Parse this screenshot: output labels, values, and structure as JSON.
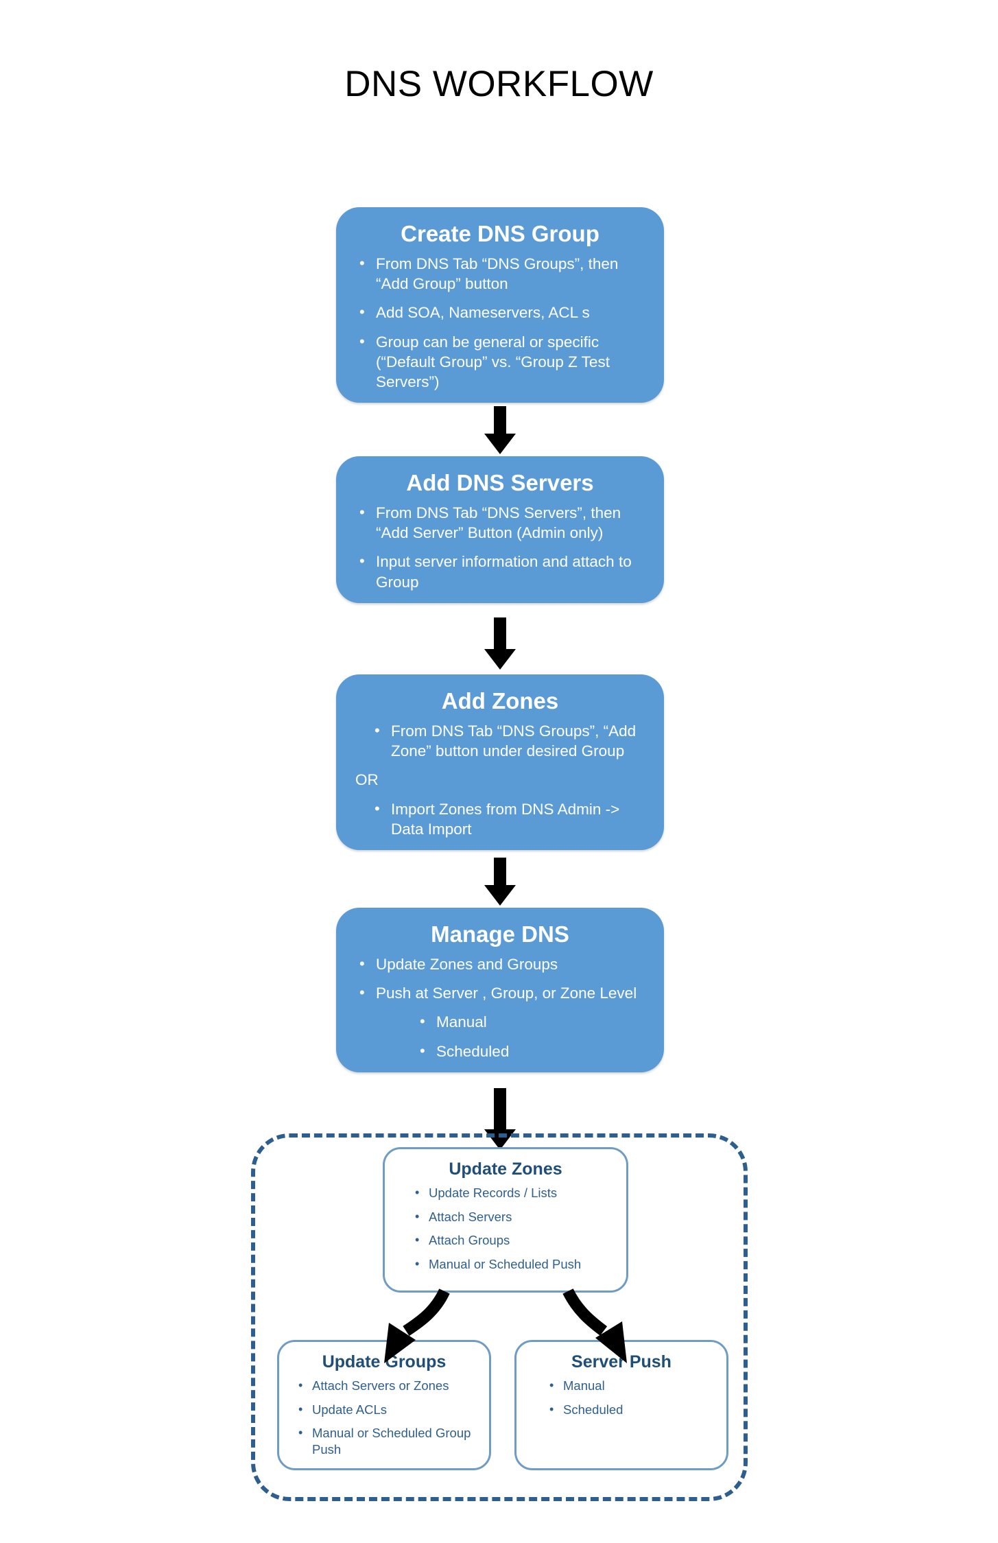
{
  "title": "DNS WORKFLOW",
  "colors": {
    "step_fill": "#5B9BD5",
    "step_text": "#FFFFFF",
    "dashed_border": "#2E5E8E",
    "sub_border": "#6E9CC4",
    "sub_title_text": "#1F4E79",
    "sub_body_text": "#2E5F8E",
    "arrow": "#000000",
    "background": "#FFFFFF"
  },
  "bullet_glyph": "•",
  "steps": [
    {
      "title": "Create DNS Group",
      "bullets": [
        "From DNS Tab “DNS Groups”, then “Add Group” button",
        "Add SOA, Nameservers, ACL s",
        "Group can be general or specific (“Default Group” vs. “Group Z Test Servers”)"
      ]
    },
    {
      "title": "Add DNS Servers",
      "bullets": [
        "From DNS Tab “DNS Servers”, then “Add Server” Button (Admin only)",
        "Input server information and attach to Group"
      ]
    },
    {
      "title": "Add  Zones",
      "bullets": [
        "From DNS Tab “DNS Groups”, “Add Zone” button under desired Group"
      ],
      "divider_text": "OR",
      "bullets2": [
        "Import Zones from DNS Admin -> Data Import"
      ]
    },
    {
      "title": "Manage DNS",
      "bullets": [
        "Update Zones and Groups",
        "Push at Server , Group, or Zone Level"
      ],
      "sub_bullets": [
        "Manual",
        "Scheduled"
      ]
    }
  ],
  "sub_boxes": [
    {
      "title": "Update Zones",
      "bullets": [
        "Update Records / Lists",
        "Attach Servers",
        "Attach Groups",
        "Manual or Scheduled Push"
      ]
    },
    {
      "title": "Update Groups",
      "bullets": [
        "Attach Servers or Zones",
        "Update ACLs",
        "Manual or Scheduled Group Push"
      ]
    },
    {
      "title": "Server Push",
      "bullets": [
        "Manual",
        "Scheduled"
      ]
    }
  ]
}
